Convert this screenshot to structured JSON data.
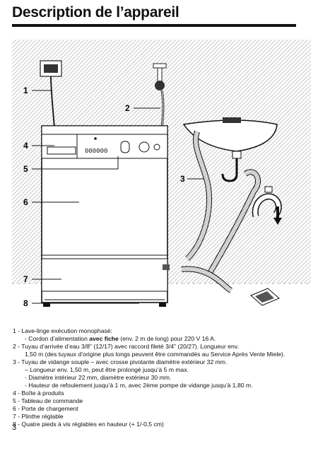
{
  "title": "Description de l’appareil",
  "callouts": [
    "1",
    "2",
    "3",
    "4",
    "5",
    "6",
    "7",
    "8"
  ],
  "display_digits": "000000",
  "legend": [
    {
      "text": "1 - Lave-linge exécution monophasé:"
    },
    {
      "pre": "- Cordon d’alimentation ",
      "bold": "avec fiche",
      "post": " (env. 2 m de long) pour 220 V 16 A."
    },
    {
      "text": "2 - Tuyau d’arrivée d’eau 3/8\" (12/17) avec raccord fileté 3/4\" (20/27). Longueur env."
    },
    {
      "text": "1,50 m (des tuyaux d’origine plus longs peuvent être commandés au Service Après Vente Miele)."
    },
    {
      "text": "3 - Tuyau de vidange souple  –  avec crosse pivotante diamètre extérieur 32 mm."
    },
    {
      "text": "–  Longueur env. 1,50 m, peut être prolongé jusqu’à 5 m max."
    },
    {
      "text": "- Diamètre intérieur 22 mm, diamètre extérieur 30 mm."
    },
    {
      "text": "- Hauteur de refoulement jusqu’à 1 m, avec 2ème pompe de vidange jusqu’à 1,80 m."
    },
    {
      "text": "4 - Boîte à produits"
    },
    {
      "text": "5 - Tableau de commande"
    },
    {
      "text": "6 - Porte de chargement"
    },
    {
      "text": "7 - Plinthe réglable"
    },
    {
      "text": "8 - Quatre pieds à vis réglables en hauteur (+ 1/-0,5 cm)"
    }
  ],
  "page_number": "3"
}
